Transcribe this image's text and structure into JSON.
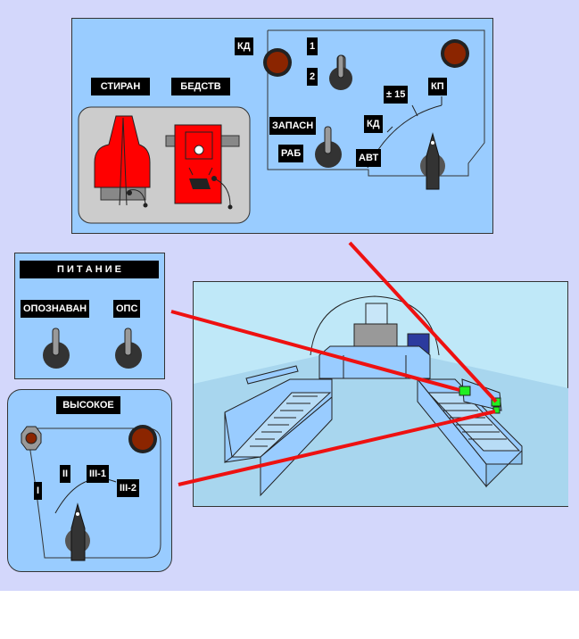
{
  "top_panel": {
    "kd_top": "КД",
    "num_1": "1",
    "num_2": "2",
    "stiran": "СТИРАН",
    "bedstv": "БЕДСТВ",
    "zapasn": "ЗАПАСН",
    "rab": "РАБ",
    "pm15": "± 15",
    "kp": "КП",
    "kd_dial": "КД",
    "avt": "АВТ"
  },
  "power_panel": {
    "title": "П И Т А Н И Е",
    "opoznavan": "ОПОЗНАВАН",
    "ops": "ОПС"
  },
  "high_panel": {
    "title": "ВЫСОКОЕ",
    "pos_1": "I",
    "pos_2": "II",
    "pos_3_1": "III-1",
    "pos_3_2": "III-2"
  },
  "colors": {
    "background": "#d3d7fb",
    "panel": "#99ccff",
    "pointer_line": "#ee1111",
    "indicator_green": "#22ee22",
    "cover_red": "#ff0000",
    "knob": "#8b2500"
  }
}
